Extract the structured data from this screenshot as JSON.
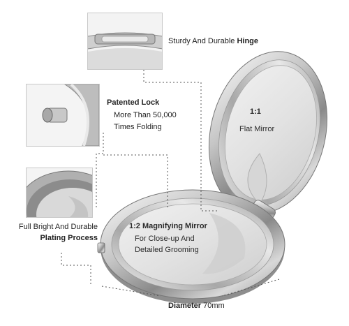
{
  "callouts": {
    "hinge": {
      "text": "Sturdy And Durable ",
      "strong": "Hinge"
    },
    "lock": {
      "title": "Patented Lock",
      "line1": "More Than 50,000",
      "line2": "Times Folding"
    },
    "flat_mirror": {
      "ratio": "1:1",
      "name": "Flat  Mirror"
    },
    "plating": {
      "line1": "Full Bright And Durable",
      "line2": "Plating Process"
    },
    "magnifying": {
      "title": "1:2  Magnifying Mirror",
      "line1": "For Close-up And",
      "line2": "Detailed Grooming"
    },
    "diameter": {
      "label": "Diameter",
      "value": " 70mm"
    }
  },
  "colors": {
    "metal_light": "#f2f2f2",
    "metal_mid": "#bdbdbd",
    "metal_dark": "#7a7a7a",
    "mirror": "#e6e6e6",
    "text": "#222222",
    "dotted_line": "#555555"
  }
}
